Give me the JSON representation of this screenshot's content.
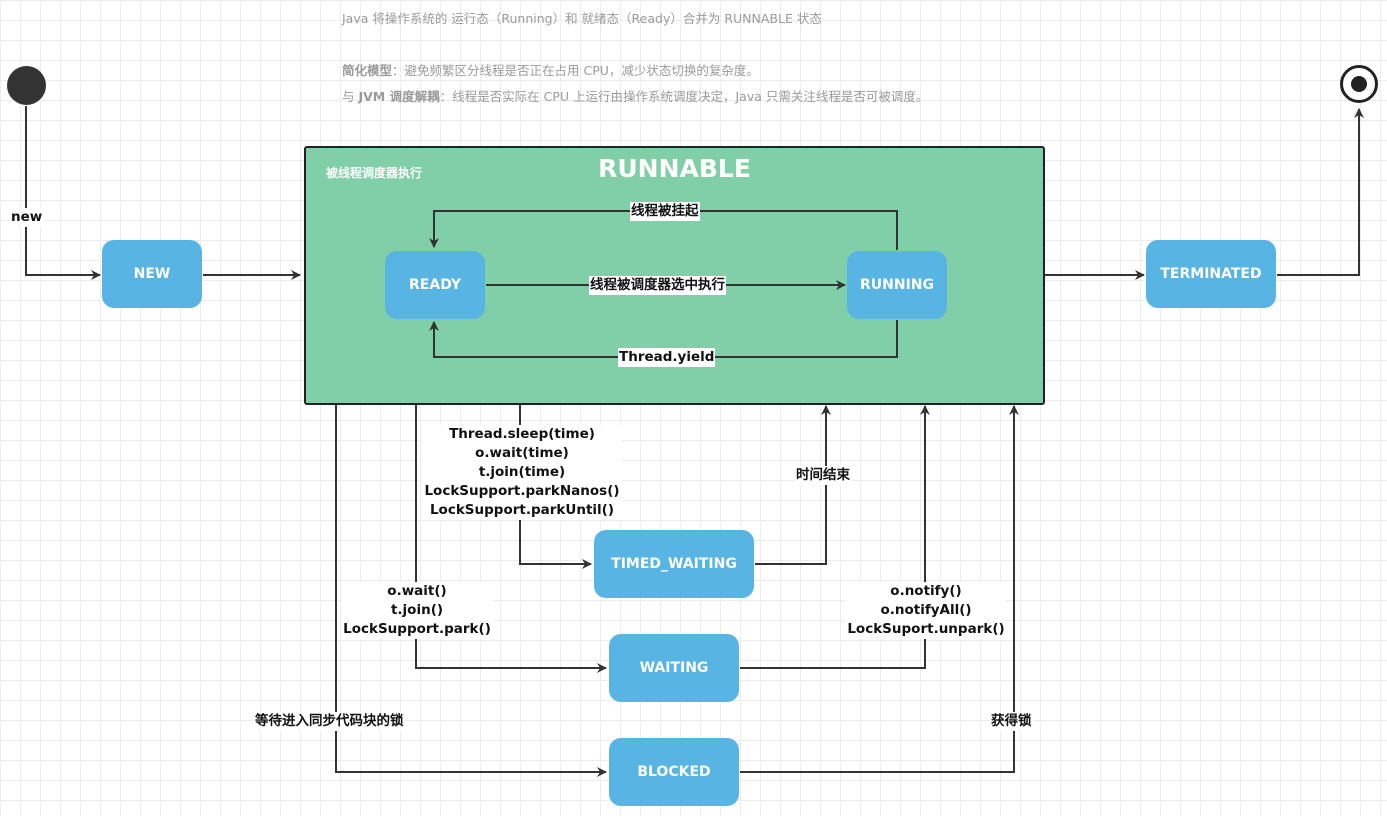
{
  "notes": {
    "line1": "Java 将操作系统的 运行态（Running）和 就绪态（Ready）合并为 RUNNABLE 状态",
    "line2_label": "简化模型",
    "line2_text": "：避免频繁区分线程是否正在占用 CPU，减少状态切换的复杂度。",
    "line3_prefix": "与 ",
    "line3_label": "JVM 调度解耦",
    "line3_text": "：线程是否实际在 CPU 上运行由操作系统调度决定，Java 只需关注线程是否可被调度。"
  },
  "container": {
    "title": "RUNNABLE",
    "subtitle": "被线程调度器执行"
  },
  "states": {
    "new": "NEW",
    "ready": "READY",
    "running": "RUNNING",
    "terminated": "TERMINATED",
    "timed_waiting": "TIMED_WAITING",
    "waiting": "WAITING",
    "blocked": "BLOCKED"
  },
  "edges": {
    "new": "new",
    "suspended": "线程被挂起",
    "scheduled": "线程被调度器选中执行",
    "yield": "Thread.yield",
    "timed_calls": [
      "Thread.sleep(time)",
      "o.wait(time)",
      "t.join(time)",
      "LockSupport.parkNanos()",
      "LockSupport.parkUntil()"
    ],
    "time_end": "时间结束",
    "wait_calls": [
      "o.wait()",
      "t.join()",
      "LockSupport.park()"
    ],
    "notify_calls": [
      "o.notify()",
      "o.notifyAll()",
      "LockSuport.unpark()"
    ],
    "wait_lock": "等待进入同步代码块的锁",
    "got_lock": "获得锁"
  },
  "colors": {
    "state_fill": "#57b4e3",
    "container_fill": "#80cfa9",
    "line": "#333333"
  }
}
